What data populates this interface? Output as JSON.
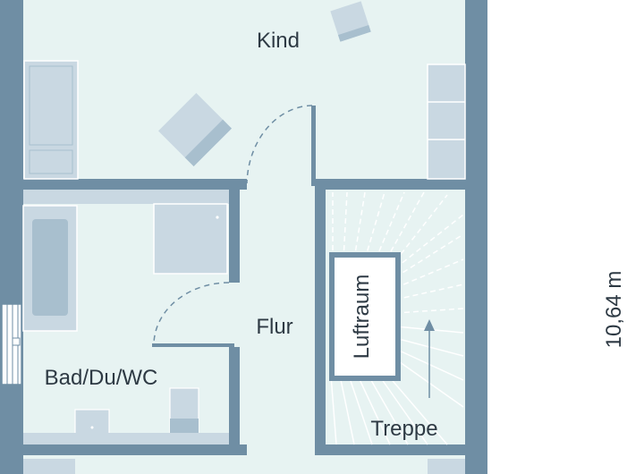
{
  "rooms": {
    "kind": "Kind",
    "bad": "Bad/Du/WC",
    "flur": "Flur",
    "luftraum": "Luftraum",
    "treppe": "Treppe"
  },
  "dimension": "10,64 m",
  "colors": {
    "floor": "#e7f3f2",
    "wall": "#6f8ea4",
    "furniture": "#c9d8e2",
    "furniture_dark": "#a8bfce",
    "text": "#2e3a44"
  }
}
